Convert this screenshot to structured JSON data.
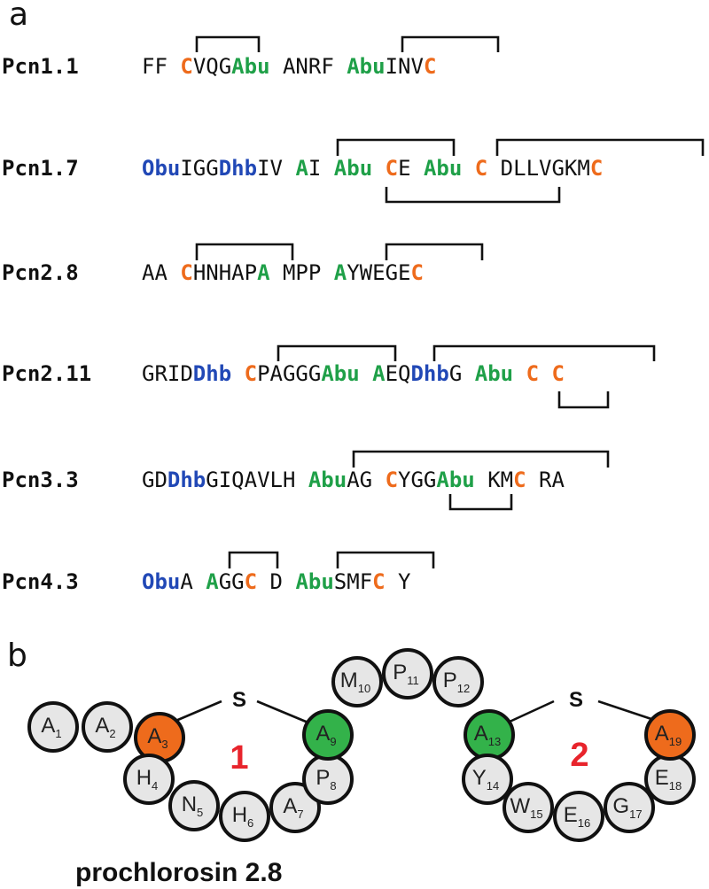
{
  "panel_a": {
    "label": "a",
    "rows": [
      {
        "name": "Pcn1.1",
        "segments": [
          {
            "t": "FF ",
            "c": "normal"
          },
          {
            "t": "C",
            "c": "orange"
          },
          {
            "t": "VQG",
            "c": "normal"
          },
          {
            "t": "Abu",
            "c": "green"
          },
          {
            "t": " ANRF ",
            "c": "normal"
          },
          {
            "t": "Abu",
            "c": "green"
          },
          {
            "t": "INV",
            "c": "normal"
          },
          {
            "t": "C",
            "c": "orange"
          }
        ]
      },
      {
        "name": "Pcn1.7",
        "segments": [
          {
            "t": "Obu",
            "c": "blue"
          },
          {
            "t": "IGG",
            "c": "normal"
          },
          {
            "t": "Dhb",
            "c": "blue"
          },
          {
            "t": "IV ",
            "c": "normal"
          },
          {
            "t": "A",
            "c": "green"
          },
          {
            "t": "I ",
            "c": "normal"
          },
          {
            "t": "Abu",
            "c": "green"
          },
          {
            "t": " ",
            "c": "normal"
          },
          {
            "t": "C",
            "c": "orange"
          },
          {
            "t": "E ",
            "c": "normal"
          },
          {
            "t": "Abu",
            "c": "green"
          },
          {
            "t": " ",
            "c": "normal"
          },
          {
            "t": "C",
            "c": "orange"
          },
          {
            "t": " DLLVGKM",
            "c": "normal"
          },
          {
            "t": "C",
            "c": "orange"
          }
        ]
      },
      {
        "name": "Pcn2.8",
        "segments": [
          {
            "t": "AA ",
            "c": "normal"
          },
          {
            "t": "C",
            "c": "orange"
          },
          {
            "t": "HNHAP",
            "c": "normal"
          },
          {
            "t": "A",
            "c": "green"
          },
          {
            "t": " MPP ",
            "c": "normal"
          },
          {
            "t": "A",
            "c": "green"
          },
          {
            "t": "YWEGE",
            "c": "normal"
          },
          {
            "t": "C",
            "c": "orange"
          }
        ]
      },
      {
        "name": "Pcn2.11",
        "segments": [
          {
            "t": "GRID",
            "c": "normal"
          },
          {
            "t": "Dhb",
            "c": "blue"
          },
          {
            "t": " ",
            "c": "normal"
          },
          {
            "t": "C",
            "c": "orange"
          },
          {
            "t": "PAGGG",
            "c": "normal"
          },
          {
            "t": "Abu",
            "c": "green"
          },
          {
            "t": " ",
            "c": "normal"
          },
          {
            "t": "A",
            "c": "green"
          },
          {
            "t": "EQ",
            "c": "normal"
          },
          {
            "t": "Dhb",
            "c": "blue"
          },
          {
            "t": "G ",
            "c": "normal"
          },
          {
            "t": "Abu",
            "c": "green"
          },
          {
            "t": " ",
            "c": "normal"
          },
          {
            "t": "C",
            "c": "orange"
          },
          {
            "t": " ",
            "c": "normal"
          },
          {
            "t": "C",
            "c": "orange"
          }
        ]
      },
      {
        "name": "Pcn3.3",
        "segments": [
          {
            "t": "GD",
            "c": "normal"
          },
          {
            "t": "Dhb",
            "c": "blue"
          },
          {
            "t": "GIQAVLH ",
            "c": "normal"
          },
          {
            "t": "Abu",
            "c": "green"
          },
          {
            "t": "AG ",
            "c": "normal"
          },
          {
            "t": "C",
            "c": "orange"
          },
          {
            "t": "YGG",
            "c": "normal"
          },
          {
            "t": "Abu",
            "c": "green"
          },
          {
            "t": " KM",
            "c": "normal"
          },
          {
            "t": "C",
            "c": "orange"
          },
          {
            "t": " RA",
            "c": "normal"
          }
        ]
      },
      {
        "name": "Pcn4.3",
        "segments": [
          {
            "t": "Obu",
            "c": "blue"
          },
          {
            "t": "A ",
            "c": "normal"
          },
          {
            "t": "A",
            "c": "green"
          },
          {
            "t": "GG",
            "c": "normal"
          },
          {
            "t": "C",
            "c": "orange"
          },
          {
            "t": " D ",
            "c": "normal"
          },
          {
            "t": "Abu",
            "c": "green"
          },
          {
            "t": "SMF",
            "c": "normal"
          },
          {
            "t": "C",
            "c": "orange"
          },
          {
            "t": " Y",
            "c": "normal"
          }
        ]
      }
    ]
  },
  "panel_b": {
    "label": "b",
    "caption": "prochlorosin 2.8",
    "sulfur_label": "S",
    "ring_labels": [
      "1",
      "2"
    ],
    "residues": [
      {
        "letter": "A",
        "num": "1",
        "color": "gray"
      },
      {
        "letter": "A",
        "num": "2",
        "color": "gray"
      },
      {
        "letter": "A",
        "num": "3",
        "color": "orange"
      },
      {
        "letter": "H",
        "num": "4",
        "color": "gray"
      },
      {
        "letter": "N",
        "num": "5",
        "color": "gray"
      },
      {
        "letter": "H",
        "num": "6",
        "color": "gray"
      },
      {
        "letter": "A",
        "num": "7",
        "color": "gray"
      },
      {
        "letter": "P",
        "num": "8",
        "color": "gray"
      },
      {
        "letter": "A",
        "num": "9",
        "color": "green"
      },
      {
        "letter": "M",
        "num": "10",
        "color": "gray"
      },
      {
        "letter": "P",
        "num": "11",
        "color": "gray"
      },
      {
        "letter": "P",
        "num": "12",
        "color": "gray"
      },
      {
        "letter": "A",
        "num": "13",
        "color": "green"
      },
      {
        "letter": "Y",
        "num": "14",
        "color": "gray"
      },
      {
        "letter": "W",
        "num": "15",
        "color": "gray"
      },
      {
        "letter": "E",
        "num": "16",
        "color": "gray"
      },
      {
        "letter": "G",
        "num": "17",
        "color": "gray"
      },
      {
        "letter": "E",
        "num": "18",
        "color": "gray"
      },
      {
        "letter": "A",
        "num": "19",
        "color": "orange"
      }
    ],
    "colors": {
      "gray": "#e6e6e6",
      "orange": "#ee6b1c",
      "green": "#33b24a"
    }
  },
  "text_colors": {
    "normal": "#111111",
    "green": "#1fa048",
    "orange": "#ee6b1c",
    "blue": "#2148b6"
  }
}
